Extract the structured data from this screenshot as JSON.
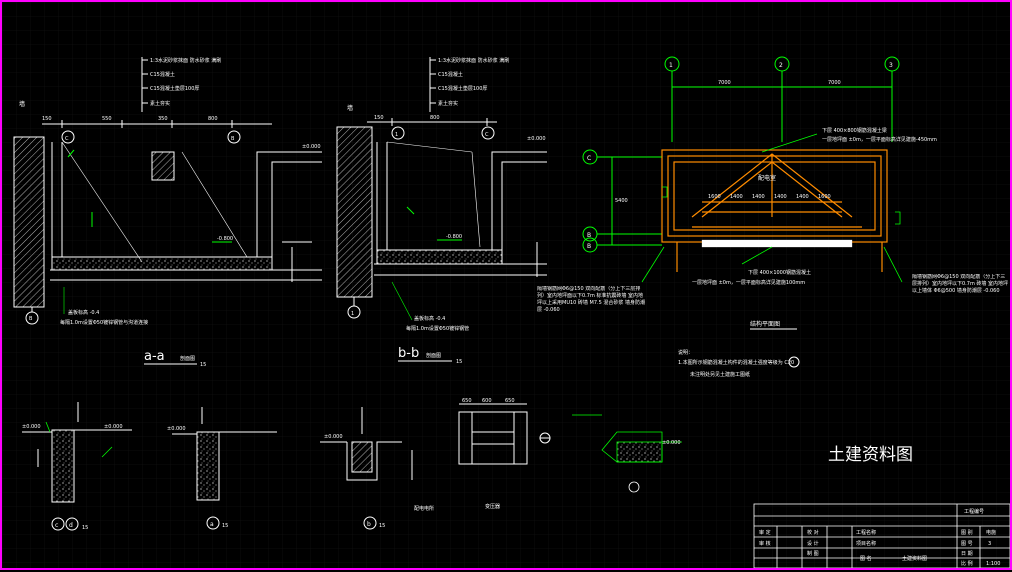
{
  "section_aa": {
    "label_wall": "墙",
    "leader_top_1": "1:3水泥砂浆抹面 防水砂浆 满刷",
    "leader_top_2": "C15混凝土",
    "leader_top_3": "C15混凝土垫层100厚",
    "leader_top_4": "素土夯实",
    "dims": [
      "150",
      "550",
      "350",
      "800"
    ],
    "elev_top": "±0.000",
    "elev_floor": "-0.800",
    "title": "a-a",
    "title_suffix": "剖面图",
    "scale": "15",
    "note_1": "盖板标高 -0.4",
    "note_2": "每隔1.0m设置Φ50镀锌钢管与沟道连接",
    "axis_c": "C",
    "axis_b": "B"
  },
  "section_bb": {
    "label_wall": "墙",
    "leader_top_1": "1:3水泥砂浆抹面 防水砂浆 满刷",
    "leader_top_2": "C15混凝土",
    "leader_top_3": "C15混凝土垫层100厚",
    "leader_top_4": "素土夯实",
    "dims": [
      "150",
      "800"
    ],
    "elev_top": "±0.000",
    "elev_floor": "-0.800",
    "title": "b-b",
    "title_suffix": "剖面图",
    "scale": "15",
    "note_1": "盖板标高 -0.4",
    "note_2": "每隔1.0m设置Φ50镀锌钢管",
    "axis_1": "1",
    "axis_c": "C"
  },
  "plan": {
    "axes_top": [
      "1",
      "2",
      "3"
    ],
    "span_1": "7000",
    "span_2": "7000",
    "axes_left": [
      "C",
      "B",
      "B"
    ],
    "room_name": "配电室",
    "title": "结构平面图",
    "note_top_1": "下层 400×800钢筋混凝土梁",
    "note_top_2": "一层地坪面 ±0m，一层平面标高详见建施-450mm",
    "note_bottom_1": "下层 400×1000钢筋混凝土",
    "note_bottom_2": "一层地坪面 ±0m，一层平面标高详见建施100mm",
    "note_left": "隔墙钢筋网Φ6@150 双向配筋（分上下三层排列）室内地坪面以下0.7m 标准抗震砖墙 室内地坪以上采用MU10 砖墙 M7.5 混合砂浆 墙身防潮层 -0.060",
    "note_right": "隔墙钢筋网Φ6@150 双向配筋（分上下三层排列）室内地坪以下0.7m 砖墙 室内地坪以上墙体 Φ6@500 墙身防潮层 -0.060",
    "dims_inner": [
      "1600",
      "1400",
      "1400",
      "1400",
      "1400",
      "1600"
    ],
    "dim_left": "5400",
    "remark_title": "说明：",
    "remark_1": "1.本图所示钢筋混凝土构件的混凝土强度等级为 C20",
    "remark_2": "未注明处另见土建施工图纸"
  },
  "details": {
    "detail_1_label": "c",
    "detail_1_sub": "d",
    "detail_1_scale": "15",
    "detail_2_label": "a",
    "detail_2_scale": "15",
    "detail_3_label": "b",
    "detail_3_scale": "15",
    "detail_3_title": "配电电所",
    "transformer_title": "变压器",
    "elev_1": "±0.000",
    "elev_2": "±0.000",
    "elev_3": "±0.000",
    "elev_4": "±0.000",
    "dims_tr": [
      "650",
      "600",
      "650"
    ]
  },
  "drawing_title": "土建资料图",
  "title_block": {
    "project_no_label": "工程编号",
    "row_labels": [
      "审 定",
      "审 核",
      "校 对",
      "设 计",
      "制 图"
    ],
    "project_name_label": "工程名称",
    "item_name_label": "项目名称",
    "drawing_label": "图 名",
    "drawing_name": "土建资料图",
    "right_labels": [
      "图 别",
      "图 号",
      "日 期",
      "比 例"
    ],
    "right_values": [
      "电施",
      "3",
      "",
      "1:100"
    ]
  },
  "colors": {
    "background": "#000000",
    "border": "#ff00ff",
    "line": "#ffffff",
    "annotation": "#00ff00",
    "wall": "#ff8c00",
    "grid": "#1a1a1a"
  }
}
